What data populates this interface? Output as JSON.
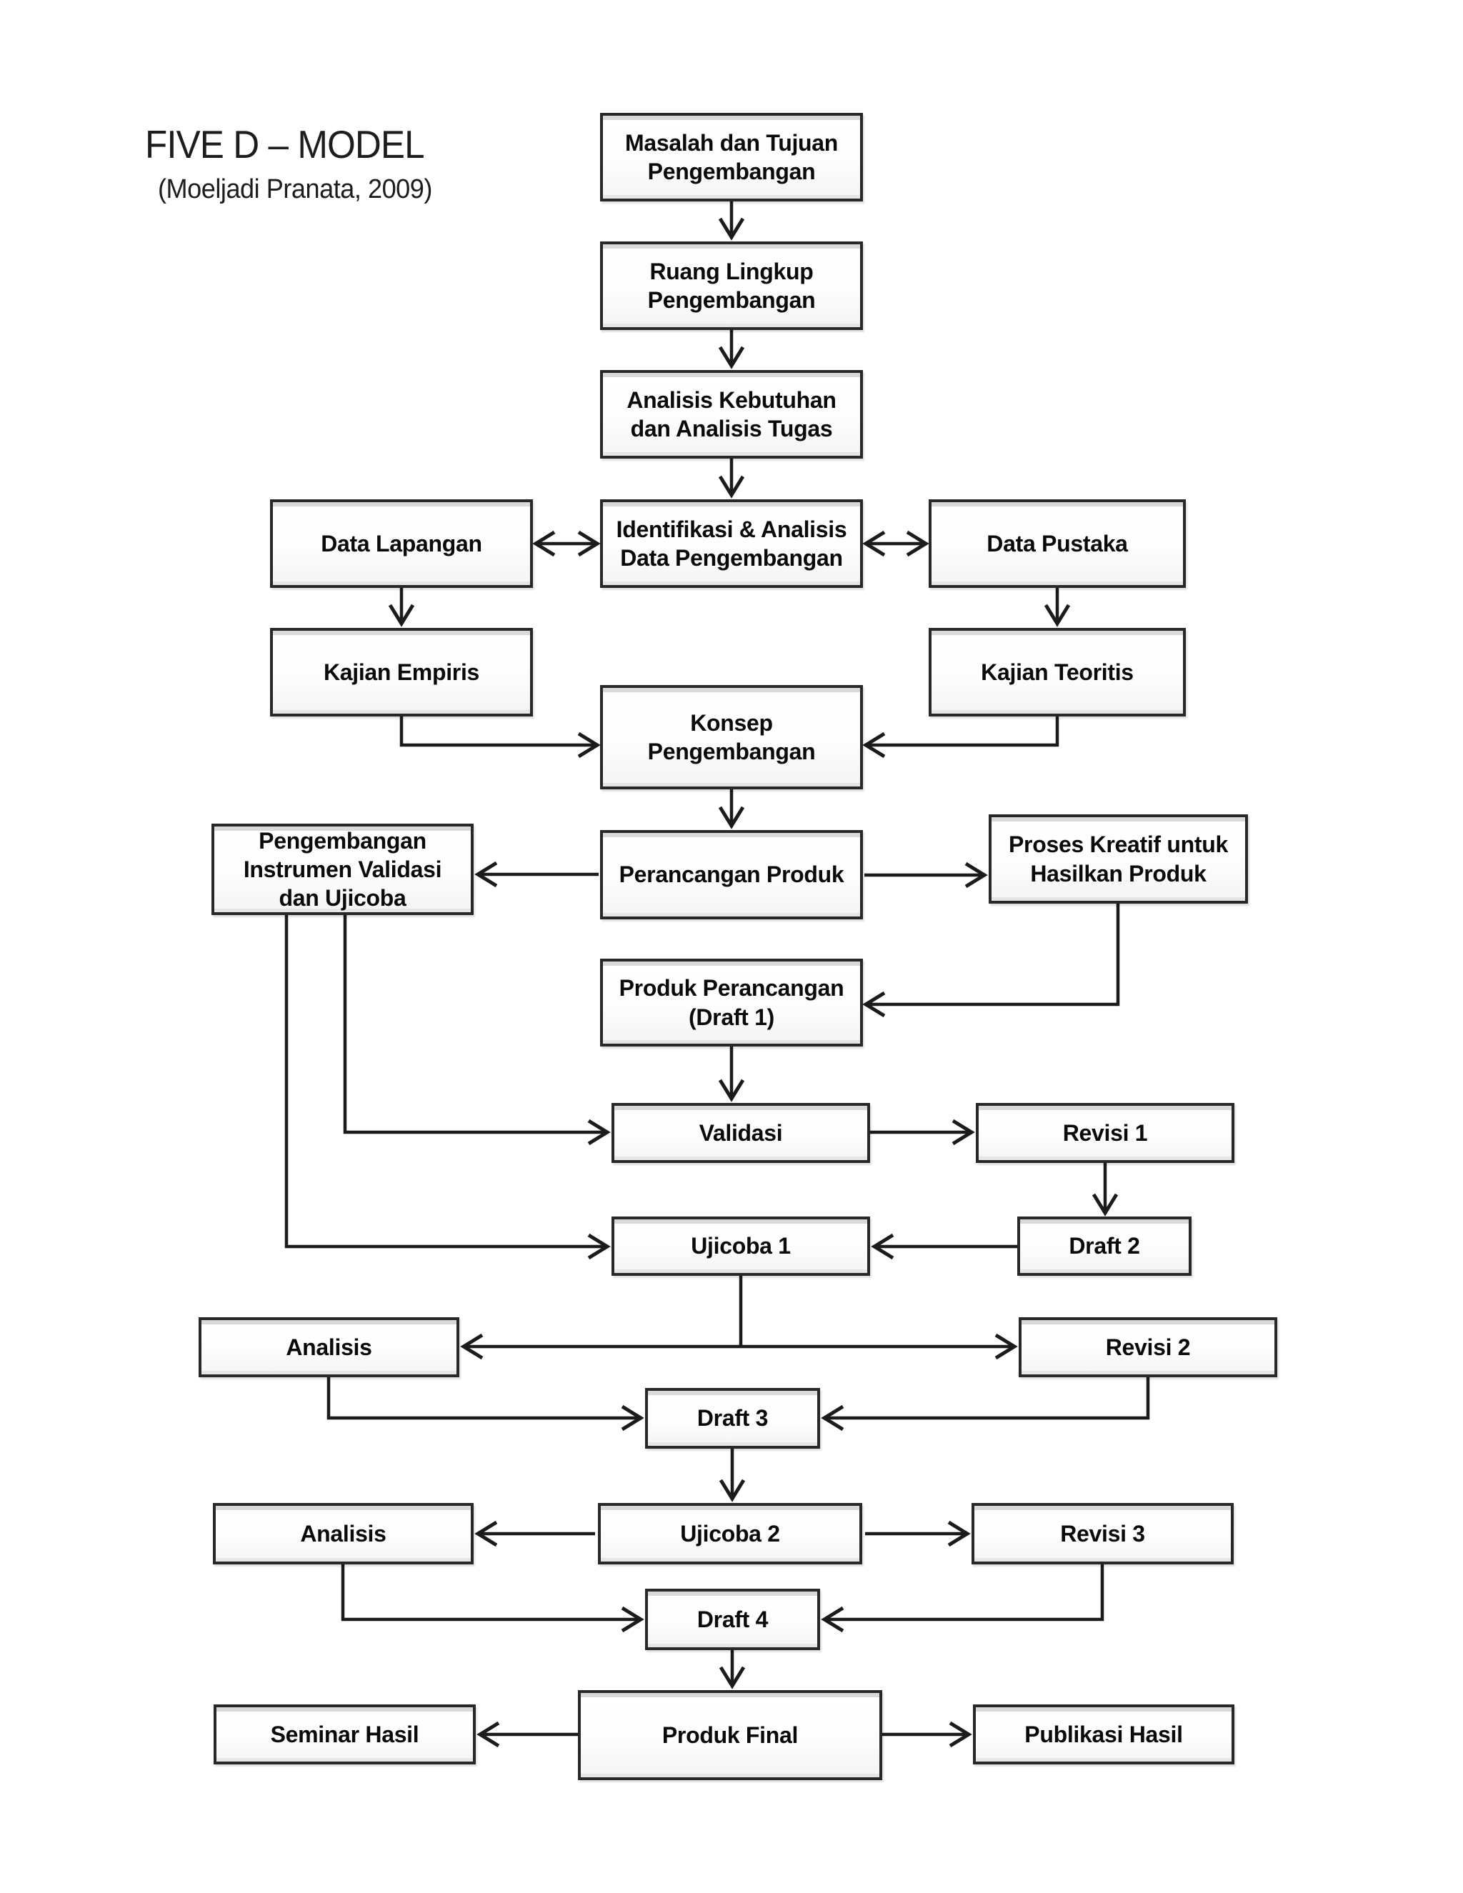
{
  "title": "FIVE D – MODEL",
  "subtitle": "(Moeljadi Pranata, 2009)",
  "colors": {
    "line": "#1b1b1b",
    "box_border": "#282828",
    "text": "#0a0a0a",
    "background": "#ffffff"
  },
  "nodes": {
    "masalah": "Masalah dan Tujuan\nPengembangan",
    "ruang": "Ruang Lingkup\nPengembangan",
    "kebutuhan": "Analisis Kebutuhan\ndan Analisis Tugas",
    "identifikasi": "Identifikasi & Analisis\nData Pengembangan",
    "lapangan": "Data Lapangan",
    "pustaka": "Data Pustaka",
    "empiris": "Kajian Empiris",
    "teoritis": "Kajian Teoritis",
    "konsep": "Konsep Pengembangan",
    "instrumen": "Pengembangan\nInstrumen Validasi\ndan Ujicoba",
    "perancangan": "Perancangan Produk",
    "proses": "Proses Kreatif untuk\nHasilkan Produk",
    "draft1": "Produk Perancangan\n(Draft 1)",
    "validasi": "Validasi",
    "revisi1": "Revisi 1",
    "ujicoba1": "Ujicoba 1",
    "draft2": "Draft 2",
    "analisis1": "Analisis",
    "revisi2": "Revisi 2",
    "draft3": "Draft 3",
    "analisis2": "Analisis",
    "ujicoba2": "Ujicoba 2",
    "revisi3": "Revisi 3",
    "draft4": "Draft 4",
    "seminar": "Seminar Hasil",
    "produk_final": "Produk Final",
    "publikasi": "Publikasi Hasil"
  },
  "edges": [
    {
      "from": "masalah",
      "to": "ruang",
      "style": "arrow"
    },
    {
      "from": "ruang",
      "to": "kebutuhan",
      "style": "arrow"
    },
    {
      "from": "kebutuhan",
      "to": "identifikasi",
      "style": "arrow"
    },
    {
      "from": "lapangan",
      "to": "identifikasi",
      "style": "double-arrow"
    },
    {
      "from": "identifikasi",
      "to": "pustaka",
      "style": "double-arrow"
    },
    {
      "from": "lapangan",
      "to": "empiris",
      "style": "arrow"
    },
    {
      "from": "pustaka",
      "to": "teoritis",
      "style": "arrow"
    },
    {
      "from": "empiris",
      "to": "konsep",
      "style": "arrow"
    },
    {
      "from": "teoritis",
      "to": "konsep",
      "style": "arrow"
    },
    {
      "from": "konsep",
      "to": "perancangan",
      "style": "arrow"
    },
    {
      "from": "perancangan",
      "to": "instrumen",
      "style": "arrow"
    },
    {
      "from": "perancangan",
      "to": "proses",
      "style": "arrow"
    },
    {
      "from": "proses",
      "to": "draft1",
      "style": "arrow"
    },
    {
      "from": "draft1",
      "to": "validasi",
      "style": "arrow"
    },
    {
      "from": "instrumen",
      "to": "validasi",
      "style": "arrow"
    },
    {
      "from": "instrumen",
      "to": "ujicoba1",
      "style": "arrow"
    },
    {
      "from": "validasi",
      "to": "revisi1",
      "style": "arrow"
    },
    {
      "from": "revisi1",
      "to": "draft2",
      "style": "arrow"
    },
    {
      "from": "draft2",
      "to": "ujicoba1",
      "style": "arrow"
    },
    {
      "from": "ujicoba1",
      "to": "analisis1",
      "style": "arrow"
    },
    {
      "from": "ujicoba1",
      "to": "revisi2",
      "style": "arrow"
    },
    {
      "from": "analisis1",
      "to": "draft3",
      "style": "arrow"
    },
    {
      "from": "revisi2",
      "to": "draft3",
      "style": "arrow"
    },
    {
      "from": "draft3",
      "to": "ujicoba2",
      "style": "arrow"
    },
    {
      "from": "ujicoba2",
      "to": "analisis2",
      "style": "arrow"
    },
    {
      "from": "ujicoba2",
      "to": "revisi3",
      "style": "arrow"
    },
    {
      "from": "analisis2",
      "to": "draft4",
      "style": "arrow"
    },
    {
      "from": "revisi3",
      "to": "draft4",
      "style": "arrow"
    },
    {
      "from": "draft4",
      "to": "produk_final",
      "style": "arrow"
    },
    {
      "from": "produk_final",
      "to": "seminar",
      "style": "arrow"
    },
    {
      "from": "produk_final",
      "to": "publikasi",
      "style": "arrow"
    }
  ]
}
